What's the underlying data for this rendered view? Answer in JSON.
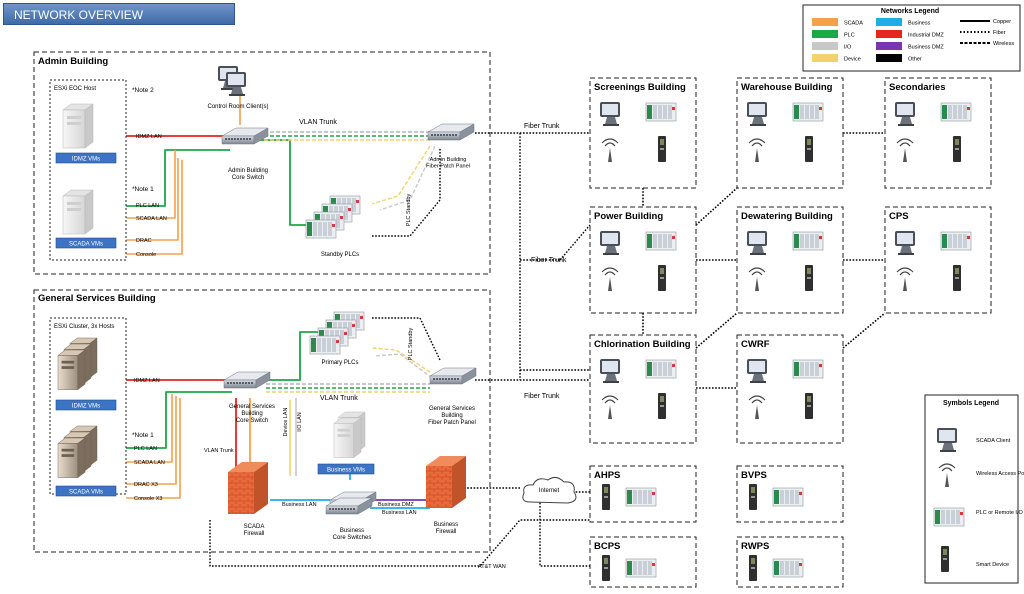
{
  "title": "NETWORK OVERVIEW",
  "colors": {
    "scada": "#f5a04a",
    "plc": "#1aa84b",
    "io": "#c8c8c8",
    "device": "#f2d36b",
    "business": "#1eaee6",
    "industrial_dmz": "#e8241e",
    "business_dmz": "#7a35b0",
    "other": "#000000"
  },
  "legend": {
    "title": "Networks Legend",
    "items": [
      "SCADA",
      "PLC",
      "I/O",
      "Device",
      "Business",
      "Industrial DMZ",
      "Business DMZ",
      "Other"
    ],
    "lines": [
      "Copper",
      "Fiber",
      "Wireless"
    ]
  },
  "symbols_legend": {
    "title": "Symbols Legend",
    "items": [
      "SCADA Client",
      "Wireless Access Point",
      "PLC or Remote I/O",
      "Smart Device"
    ]
  },
  "admin": {
    "title": "Admin Building",
    "host": "ESXi EOC Host",
    "note2": "*Note 2",
    "note1": "*Note 1",
    "idmz_vms": "IDMZ VMs",
    "scada_vms": "SCADA VMs",
    "idmz_lan": "IDMZ LAN",
    "plc_lan": "PLC LAN",
    "scada_lan": "SCADA LAN",
    "drac": "DRAC",
    "console": "Console",
    "control_room": "Control Room Client(s)",
    "core_switch": "Admin Building\nCore Switch",
    "vlan_trunk": "VLAN Trunk",
    "fiber_patch": "Admin Building\nFiber Patch Panel",
    "standby_plcs": "Standby PLCs",
    "plc_standby": "PLC Standby",
    "fiber_trunk": "Fiber Trunk"
  },
  "gsb": {
    "title": "General Services Building",
    "host": "ESXi Cluster, 3x Hosts",
    "note1": "*Note 1",
    "idmz_vms": "IDMZ VMs",
    "scada_vms": "SCADA VMs",
    "idmz_lan": "IDMZ LAN",
    "plc_lan": "PLC LAN",
    "scada_lan": "SCADA LAN",
    "drac": "DRAC X3",
    "console": "Console X3",
    "core_switch": "General Services\nBuilding\nCore Switch",
    "vlan_trunk": "VLAN Trunk",
    "vlan_trunk2": "VLAN Trunk",
    "primary_plcs": "Primary PLCs",
    "plc_standby": "PLC Standby",
    "device_lan": "Device LAN",
    "io_lan": "I/O LAN",
    "fiber_patch": "General Services\nBuilding\nFiber Patch Panel",
    "fiber_trunk": "Fiber Trunk",
    "business_vms": "Business VMs",
    "scada_firewall": "SCADA\nFirewall",
    "business_lan": "Business LAN",
    "business_lan2": "Business LAN",
    "business_dmz": "Business DMZ",
    "business_switches": "Business\nCore Switches",
    "business_firewall": "Business\nFirewall",
    "internet": "Internet",
    "att_wan": "AT&T WAN"
  },
  "fiber_trunk_mid": "Fiber Trunk",
  "buildings": [
    {
      "id": "screenings",
      "name": "Screenings Building"
    },
    {
      "id": "warehouse",
      "name": "Warehouse Building"
    },
    {
      "id": "secondaries",
      "name": "Secondaries"
    },
    {
      "id": "power",
      "name": "Power Building"
    },
    {
      "id": "dewatering",
      "name": "Dewatering Building"
    },
    {
      "id": "cps",
      "name": "CPS"
    },
    {
      "id": "chlorination",
      "name": "Chlorination Building"
    },
    {
      "id": "cwrf",
      "name": "CWRF"
    },
    {
      "id": "ahps",
      "name": "AHPS"
    },
    {
      "id": "bvps",
      "name": "BVPS"
    },
    {
      "id": "bcps",
      "name": "BCPS"
    },
    {
      "id": "rwps",
      "name": "RWPS"
    }
  ]
}
